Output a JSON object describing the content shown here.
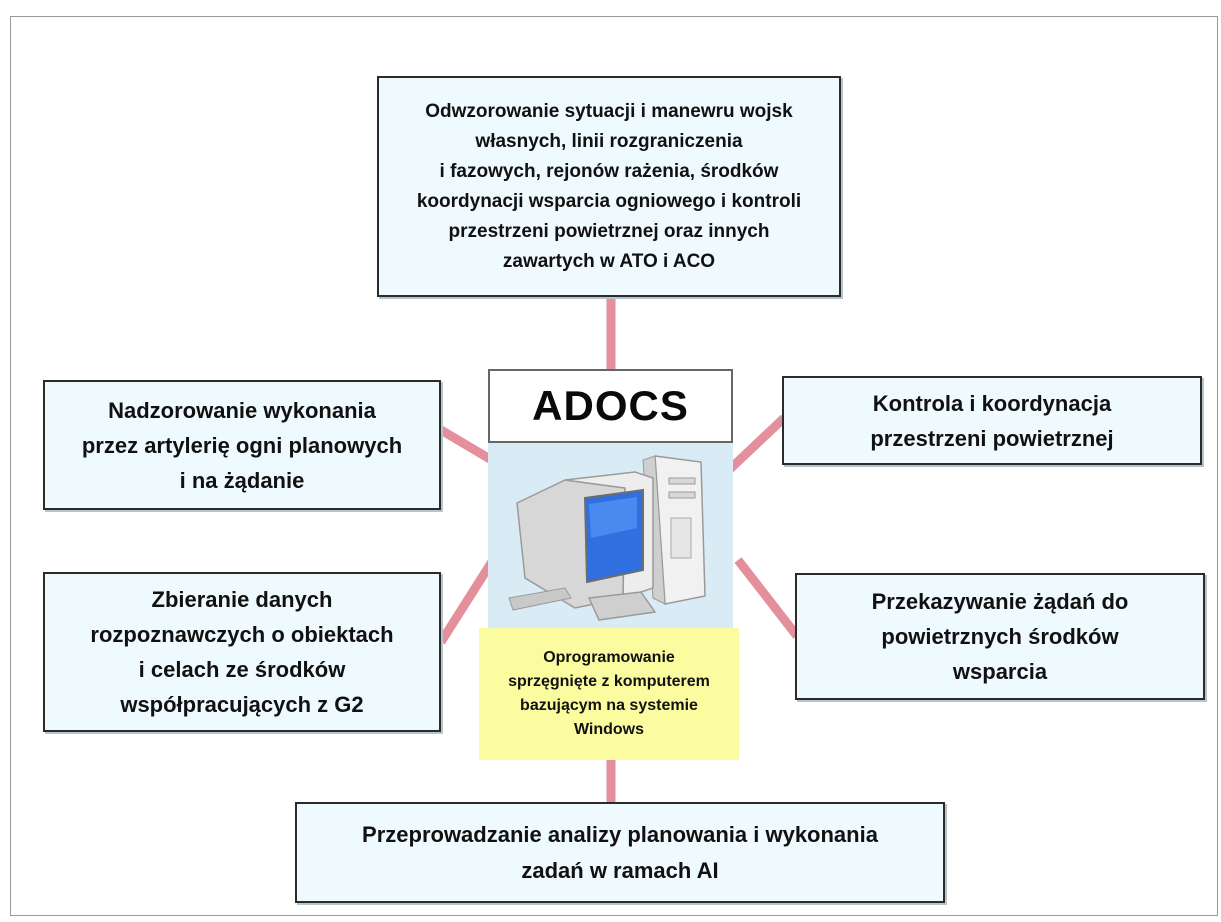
{
  "center": {
    "title": "ADOCS",
    "caption": "Oprogramowanie\nsprzęgnięte z komputerem\nbazującym na systemie\nWindows"
  },
  "nodes": {
    "top": "Odwzorowanie sytuacji i manewru wojsk\nwłasnych, linii rozgraniczenia\ni fazowych, rejonów rażenia, środków\nkoordynacji wsparcia ogniowego i kontroli\nprzestrzeni powietrznej oraz innych\nzawartych w ATO i ACO",
    "top_left": "Nadzorowanie wykonania\nprzez artylerię ogni planowych\ni na żądanie",
    "top_right": "Kontrola i koordynacja\nprzestrzeni powietrznej",
    "bottom_left": "Zbieranie danych\nrozpoznawczych o obiektach\ni celach ze środków\nwspółpracujących z G2",
    "bottom_right": "Przekazywanie żądań do\npowietrznych środków\nwsparcia",
    "bottom": "Przeprowadzanie analizy planowania i wykonania\nzadań w ramach AI"
  },
  "colors": {
    "connector": "#e38f9c",
    "box_fill": "#eefafd",
    "center_panel": "#d9ecf6",
    "caption_fill": "#fbfba0"
  }
}
